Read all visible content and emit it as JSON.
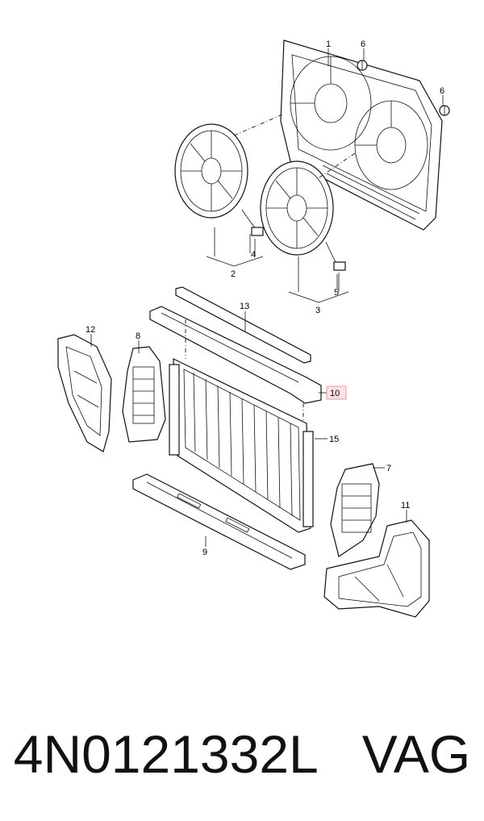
{
  "callouts": {
    "p1": "1",
    "p2": "2",
    "p3": "3",
    "p4": "4",
    "p5": "5",
    "p6a": "6",
    "p6b": "6",
    "p7": "7",
    "p8": "8",
    "p9": "9",
    "p10": "10",
    "p11": "11",
    "p12": "12",
    "p13": "13",
    "p15": "15"
  },
  "highlight_color": "#f29a9a",
  "caption": {
    "part_number": "4N0121332L",
    "brand": "VAG"
  }
}
